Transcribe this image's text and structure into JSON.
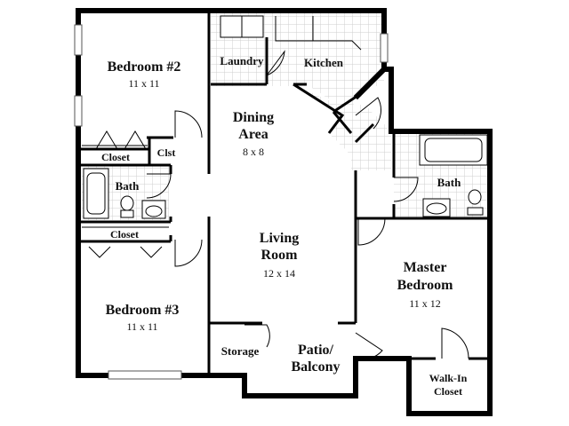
{
  "rooms": {
    "bedroom2": {
      "name": "Bedroom #2",
      "size": "11 x 11"
    },
    "laundry": {
      "name": "Laundry"
    },
    "kitchen": {
      "name": "Kitchen"
    },
    "dining": {
      "name_line1": "Dining",
      "name_line2": "Area",
      "size": "8 x 8"
    },
    "closet_b2": {
      "name": "Closet"
    },
    "clst": {
      "name": "Clst"
    },
    "bath_left": {
      "name": "Bath"
    },
    "closet_b3": {
      "name": "Closet"
    },
    "living": {
      "name_line1": "Living",
      "name_line2": "Room",
      "size": "12 x 14"
    },
    "bath_right": {
      "name": "Bath"
    },
    "master": {
      "name_line1": "Master",
      "name_line2": "Bedroom",
      "size": "11 x 12"
    },
    "bedroom3": {
      "name": "Bedroom #3",
      "size": "11 x 11"
    },
    "storage": {
      "name": "Storage"
    },
    "patio": {
      "name_line1": "Patio/",
      "name_line2": "Balcony"
    },
    "walkin": {
      "name_line1": "Walk-In",
      "name_line2": "Closet"
    }
  }
}
